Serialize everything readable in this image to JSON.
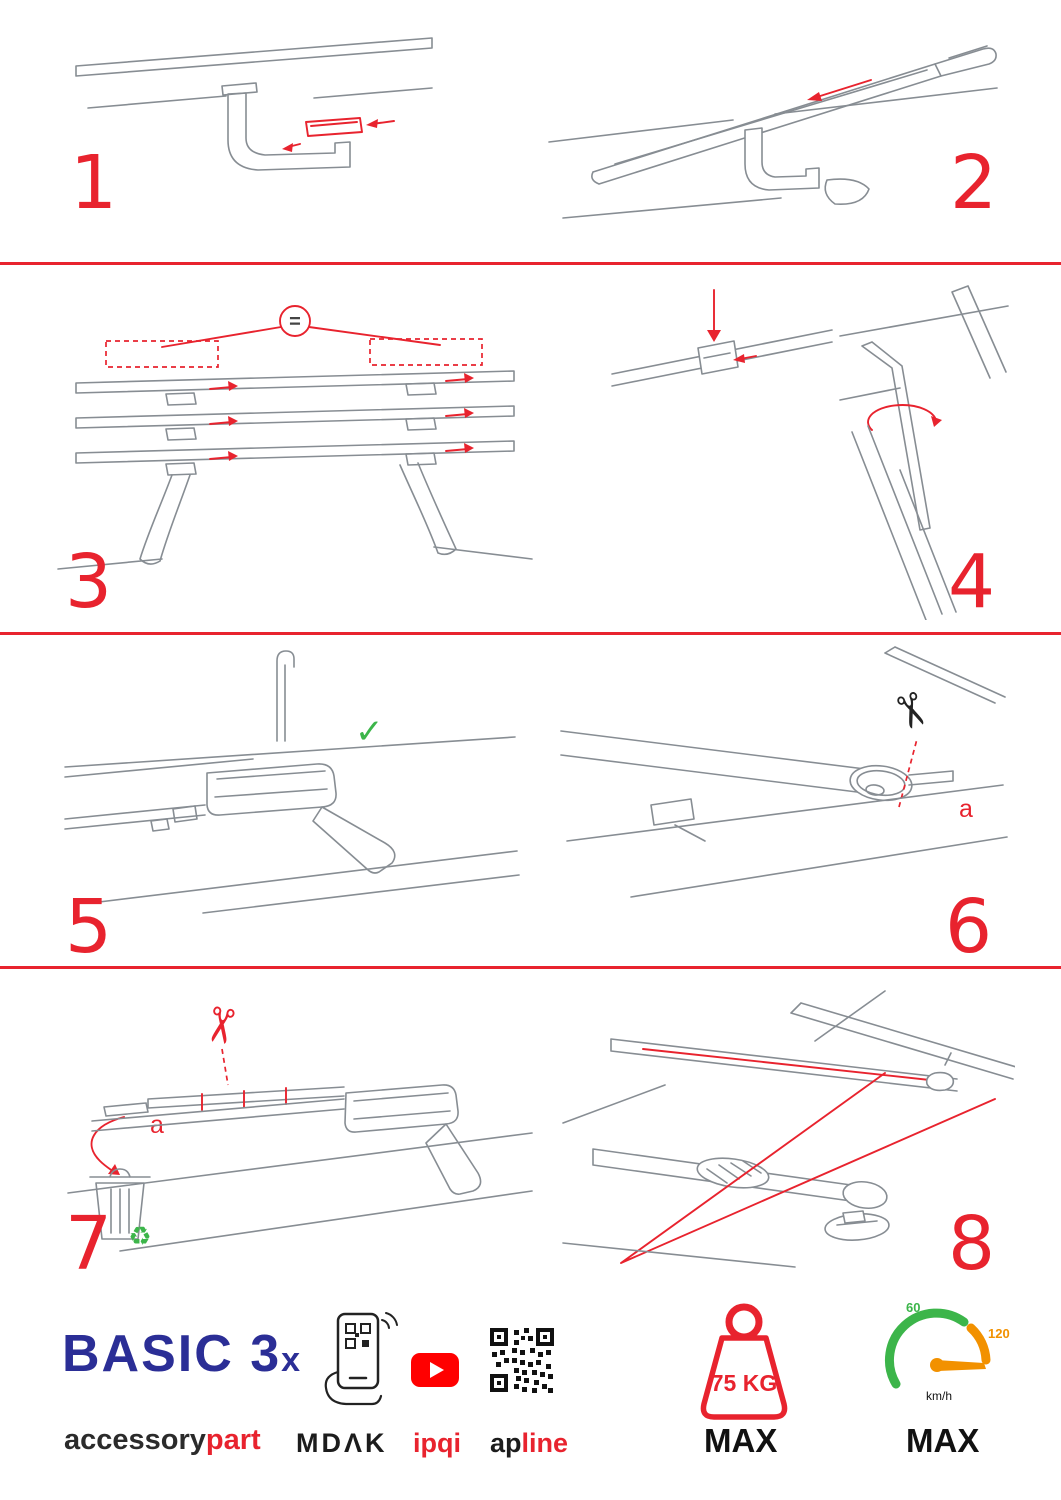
{
  "steps": [
    {
      "number": "1"
    },
    {
      "number": "2"
    },
    {
      "number": "3",
      "equal_sign": "="
    },
    {
      "number": "4"
    },
    {
      "number": "5"
    },
    {
      "number": "6",
      "cut_label": "a"
    },
    {
      "number": "7",
      "cut_label": "a"
    },
    {
      "number": "8"
    }
  ],
  "icons": {
    "scissors": "✂",
    "check": "✓",
    "recycle": "♻"
  },
  "footer": {
    "brand_main": "BASIC 3",
    "brand_x": "x",
    "brand_sub_black": "accessory",
    "brand_sub_red": "part",
    "partner_1": "MDΛK",
    "partner_2": "ipqi",
    "partner_3_black": "ap",
    "partner_3_red": "line",
    "weight_value": "75 KG",
    "weight_max_label": "MAX",
    "speed_tick_low": "60",
    "speed_tick_high": "120",
    "speed_unit": "km/h",
    "speed_max_label": "MAX"
  },
  "colors": {
    "accent_red": "#e8232e",
    "brand_navy": "#2b2e96",
    "line_gray": "#878d93",
    "green": "#3cb54a",
    "orange": "#f29100",
    "youtube_red": "#ff0000",
    "ink": "#1c1c1c"
  }
}
